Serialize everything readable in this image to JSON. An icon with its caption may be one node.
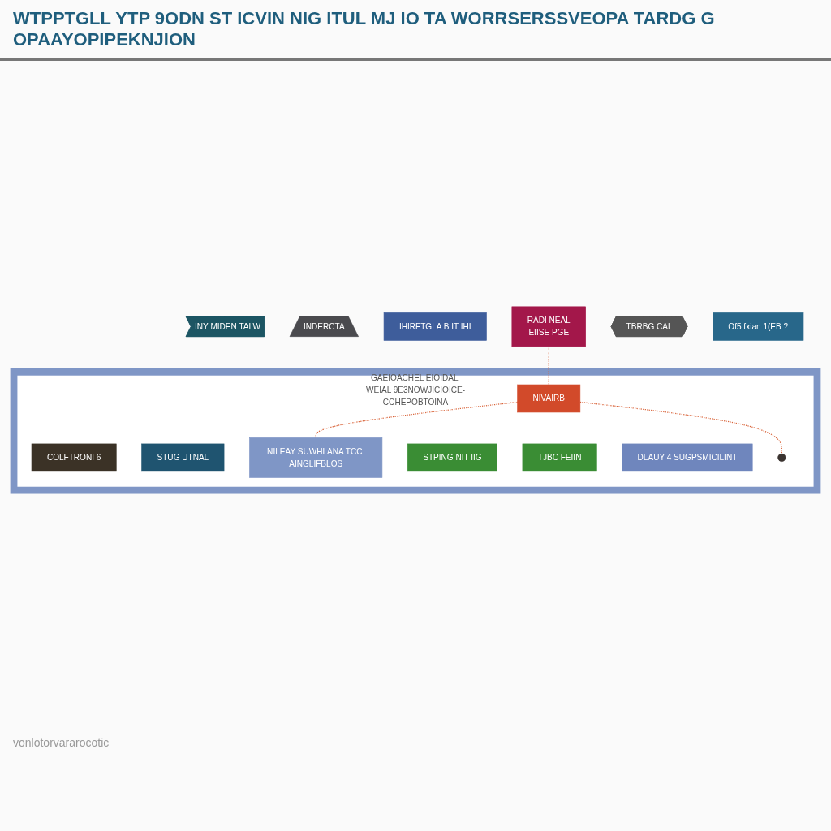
{
  "diagram": {
    "title": "WTPPTGLL YTP 9ODN ST ICVIN NIG ITUL MJ IO TA WORRSERSSVEOPA TARDG G OPAAYOPIPEKNJION",
    "nodes": [
      {
        "text": [
          "GAEIOACHEL EIOIDAL WEIAL 9E3NOWJICIOICE-CCHEPOBTOINA"
        ]
      },
      {
        "text": [
          "COLFTRONI 6"
        ],
        "in": 0
      },
      {
        "text": [
          "NIVAIRB"
        ],
        "in": 0
      },
      {
        "text": [
          "STUG UTNAL"
        ],
        "in": 0
      },
      {
        "text": [
          "NILEAY SUWHLANA TCC AINGLIFBLOS"
        ],
        "in": 0
      },
      {
        "text": [
          "STPING NIT IIG"
        ],
        "in": 0
      },
      {
        "text": [
          "TJBC FEIIN"
        ],
        "in": 0
      },
      {
        "text": [
          "DLAUY 4 SUGPSMICILINT"
        ],
        "in": 0
      },
      {
        "text": [
          "INY MIDEN TALW"
        ]
      },
      {
        "text": [
          "INDERCTA"
        ]
      },
      {
        "text": [
          "IHIRFTGLA B IT IHI"
        ]
      },
      {
        "text": [
          "RADI NEAL",
          "EIISE PGE"
        ]
      },
      {
        "text": [
          "TBRBG CAL"
        ]
      },
      {
        "text": [
          "Of5 fxian 1(EB ?"
        ]
      },
      {
        "text": [],
        "shape": "person",
        "in": 0
      }
    ],
    "edges": [
      {
        "from": 11,
        "to": 2,
        "arrow": "none",
        "style": "dashed",
        "color": "#d9643a"
      },
      {
        "from": 2,
        "to": 14,
        "arrow": "none",
        "style": "dashed",
        "color": "#d9643a"
      },
      {
        "from": 2,
        "to": 4,
        "arrow": "none",
        "style": "dashed",
        "color": "#d9643a"
      }
    ],
    "labels": [
      "vonlotorvararocotic"
    ]
  }
}
